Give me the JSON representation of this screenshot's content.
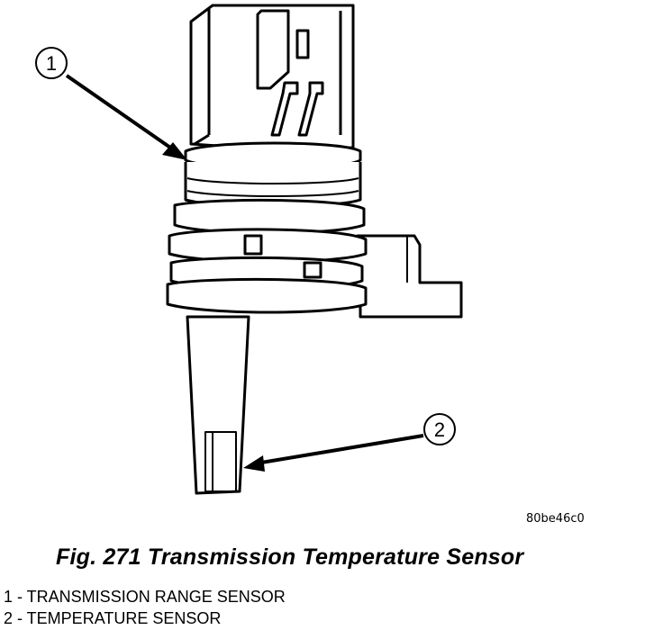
{
  "figure": {
    "code": "80be46c0",
    "callouts": [
      {
        "number": "1"
      },
      {
        "number": "2"
      }
    ]
  },
  "caption": "Fig. 271 Transmission Temperature Sensor",
  "legend": [
    "1 - TRANSMISSION RANGE SENSOR",
    "2 - TEMPERATURE SENSOR"
  ]
}
